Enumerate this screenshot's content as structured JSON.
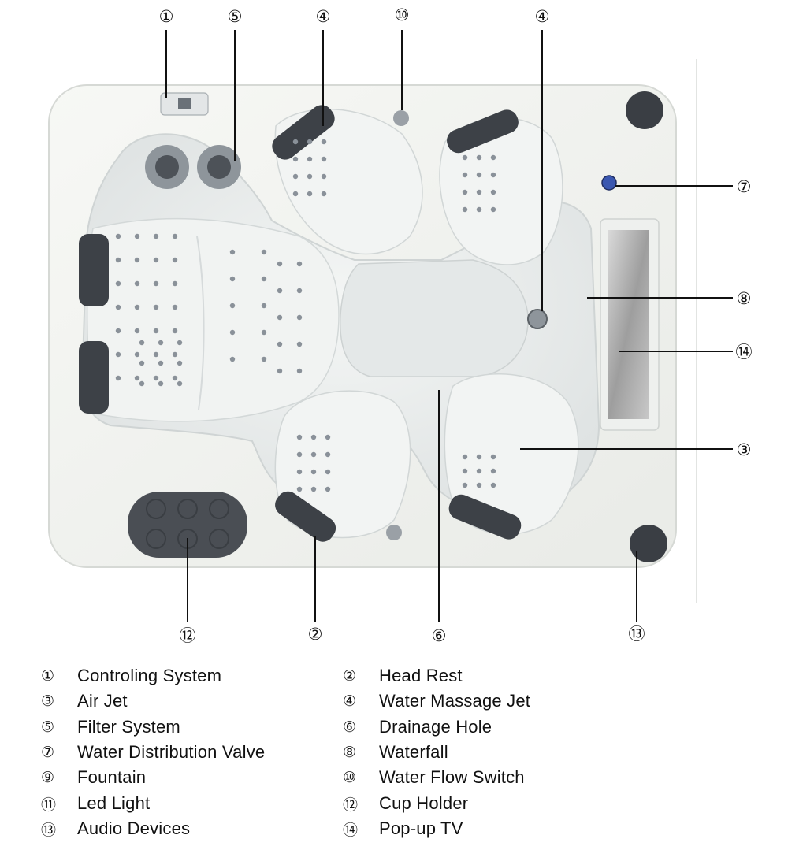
{
  "markers": {
    "m1": "①",
    "m2": "②",
    "m3": "③",
    "m4a": "④",
    "m4b": "④",
    "m5": "⑤",
    "m6": "⑥",
    "m7": "⑦",
    "m8": "⑧",
    "m10": "⑩",
    "m12": "⑫",
    "m13": "⑬",
    "m14": "⑭"
  },
  "legend": [
    {
      "num": "①",
      "label": "Controling System"
    },
    {
      "num": "②",
      "label": "Head Rest"
    },
    {
      "num": "③",
      "label": "Air Jet"
    },
    {
      "num": "④",
      "label": "Water Massage Jet"
    },
    {
      "num": "⑤",
      "label": "Filter System"
    },
    {
      "num": "⑥",
      "label": "Drainage Hole"
    },
    {
      "num": "⑦",
      "label": "Water Distribution Valve"
    },
    {
      "num": "⑧",
      "label": "Waterfall"
    },
    {
      "num": "⑨",
      "label": "Fountain"
    },
    {
      "num": "⑩",
      "label": "Water Flow Switch"
    },
    {
      "num": "⑪",
      "label": "Led Light"
    },
    {
      "num": "⑫",
      "label": "Cup Holder"
    },
    {
      "num": "⑬",
      "label": "Audio Devices"
    },
    {
      "num": "⑭",
      "label": "Pop-up TV"
    }
  ],
  "colors": {
    "shell": "#f3f4f1",
    "interior": "#e7eae9",
    "headrest": "#3d4147",
    "jet": "#8a9199",
    "leader": "#111111"
  }
}
